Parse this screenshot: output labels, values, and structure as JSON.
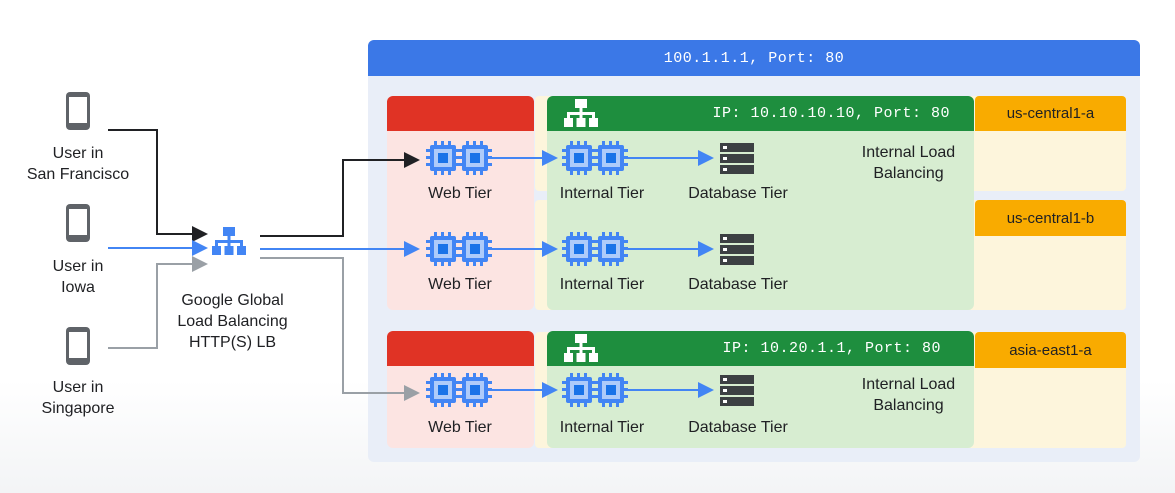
{
  "region": {
    "label": "100.1.1.1, Port: 80"
  },
  "zones": [
    {
      "label": "us-central1-a"
    },
    {
      "label": "us-central1-b"
    },
    {
      "label": "asia-east1-a"
    }
  ],
  "internal_lb": [
    {
      "ip_label": "IP: 10.10.10.10, Port: 80",
      "name": "Internal Load Balancing"
    },
    {
      "ip_label": "IP: 10.20.1.1, Port: 80",
      "name": "Internal Load Balancing"
    }
  ],
  "tiers": {
    "web": "Web Tier",
    "internal": "Internal Tier",
    "database": "Database Tier"
  },
  "users": [
    {
      "line1": "User in",
      "line2": "San Francisco"
    },
    {
      "line1": "User in",
      "line2": "Iowa"
    },
    {
      "line1": "User in",
      "line2": "Singapore"
    }
  ],
  "global_lb": {
    "line1": "Google Global",
    "line2": "Load Balancing",
    "line3": "HTTP(S) LB"
  },
  "colors": {
    "region": "#3b78e7",
    "zone": "#f9ab00",
    "web_tier": "#e03325",
    "internal_lb": "#1e8e3e",
    "arrow_blue": "#4285f4",
    "arrow_black": "#202124",
    "arrow_gray": "#9aa0a6"
  }
}
